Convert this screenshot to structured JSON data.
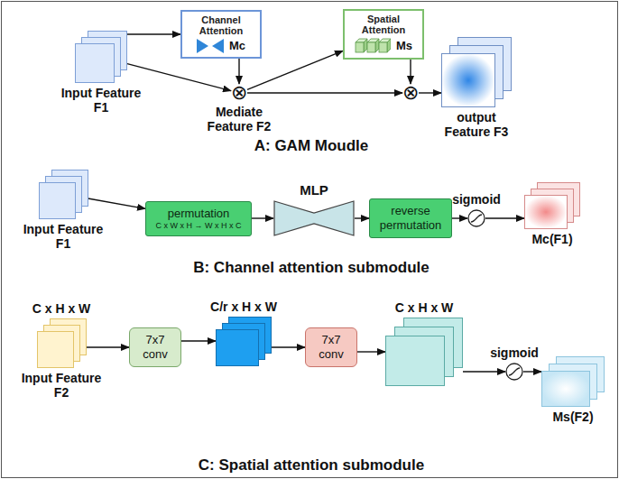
{
  "diagram": {
    "nodes": [
      {
        "text": [
          "Input Feature F1"
        ]
      },
      {
        "text": [
          "Channel Attention",
          "Mc"
        ]
      },
      {
        "text": [
          "⊗",
          "Mediate Feature F2"
        ]
      },
      {
        "text": [
          "Spatial Attention",
          "Ms"
        ]
      },
      {
        "text": [
          "⊗"
        ]
      },
      {
        "text": [
          "output Feature F3"
        ]
      },
      {
        "text": [
          "Input Feature F1"
        ]
      },
      {
        "text": [
          "permutation",
          "C x W x H → W x H x C"
        ]
      },
      {
        "text": [
          "MLP"
        ]
      },
      {
        "text": [
          "reverse permutation"
        ]
      },
      {
        "text": [
          "sigmoid"
        ]
      },
      {
        "text": [
          "Mc(F1)"
        ]
      },
      {
        "text": [
          "C x H x W",
          "Input Feature F2"
        ]
      },
      {
        "text": [
          "7x7 conv"
        ]
      },
      {
        "text": [
          "C/r x H x W"
        ]
      },
      {
        "text": [
          "7x7 conv"
        ]
      },
      {
        "text": [
          "C x H x W"
        ]
      },
      {
        "text": [
          "sigmoid"
        ]
      },
      {
        "text": [
          "Ms(F2)"
        ]
      }
    ],
    "edges": [
      {
        "from": 0,
        "to": 1,
        "arrow": "to"
      },
      {
        "from": 0,
        "to": 2,
        "arrow": "to"
      },
      {
        "from": 1,
        "to": 2,
        "arrow": "to"
      },
      {
        "from": 2,
        "to": 3,
        "arrow": "to"
      },
      {
        "from": 2,
        "to": 4,
        "arrow": "to"
      },
      {
        "from": 3,
        "to": 4,
        "arrow": "to"
      },
      {
        "from": 4,
        "to": 5,
        "arrow": "to"
      },
      {
        "from": 6,
        "to": 7,
        "arrow": "to"
      },
      {
        "from": 7,
        "to": 8,
        "arrow": "to"
      },
      {
        "from": 8,
        "to": 9,
        "arrow": "to"
      },
      {
        "from": 9,
        "to": 10,
        "arrow": "to"
      },
      {
        "from": 10,
        "to": 11,
        "arrow": "to"
      },
      {
        "from": 12,
        "to": 13,
        "arrow": "to"
      },
      {
        "from": 13,
        "to": 14,
        "arrow": "to"
      },
      {
        "from": 14,
        "to": 15,
        "arrow": "to"
      },
      {
        "from": 15,
        "to": 16,
        "arrow": "to"
      },
      {
        "from": 16,
        "to": 17,
        "arrow": "to"
      },
      {
        "from": 17,
        "to": 18,
        "arrow": "to"
      }
    ],
    "labels": [
      "A: GAM Moudle",
      "B: Channel attention submodule",
      "C: Spatial attention submodule"
    ]
  }
}
